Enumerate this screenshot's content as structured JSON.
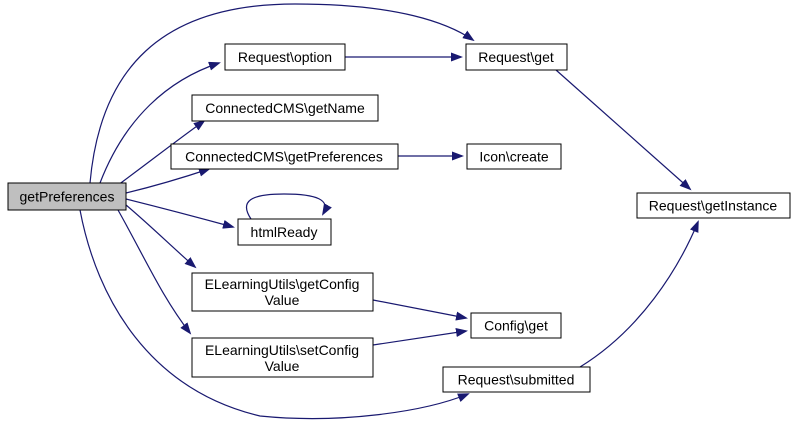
{
  "diagram": {
    "type": "call-graph",
    "colors": {
      "edge": "#191970",
      "node_fill": "#ffffff",
      "node_border": "#000000",
      "focus_fill": "#bfbfbf",
      "background": "#ffffff"
    },
    "nodes": {
      "get_preferences": {
        "label": "getPreferences"
      },
      "request_option": {
        "label": "Request\\option"
      },
      "request_get": {
        "label": "Request\\get"
      },
      "connectedcms_getname": {
        "label": "ConnectedCMS\\getName"
      },
      "connectedcms_getpreferences": {
        "label": "ConnectedCMS\\getPreferences"
      },
      "icon_create": {
        "label": "Icon\\create"
      },
      "html_ready": {
        "label": "htmlReady"
      },
      "elearning_getconfig": {
        "label": "ELearningUtils\\getConfigValue",
        "line1": "ELearningUtils\\getConfig",
        "line2": "Value"
      },
      "elearning_setconfig": {
        "label": "ELearningUtils\\setConfigValue",
        "line1": "ELearningUtils\\setConfig",
        "line2": "Value"
      },
      "config_get": {
        "label": "Config\\get"
      },
      "request_submitted": {
        "label": "Request\\submitted"
      },
      "request_getinstance": {
        "label": "Request\\getInstance"
      }
    },
    "edges": [
      {
        "from": "getPreferences",
        "to": "Request\\option"
      },
      {
        "from": "getPreferences",
        "to": "Request\\get"
      },
      {
        "from": "getPreferences",
        "to": "ConnectedCMS\\getName"
      },
      {
        "from": "getPreferences",
        "to": "ConnectedCMS\\getPreferences"
      },
      {
        "from": "getPreferences",
        "to": "htmlReady"
      },
      {
        "from": "getPreferences",
        "to": "ELearningUtils\\getConfigValue"
      },
      {
        "from": "getPreferences",
        "to": "ELearningUtils\\setConfigValue"
      },
      {
        "from": "getPreferences",
        "to": "Request\\submitted"
      },
      {
        "from": "Request\\option",
        "to": "Request\\get"
      },
      {
        "from": "Request\\get",
        "to": "Request\\getInstance"
      },
      {
        "from": "ConnectedCMS\\getPreferences",
        "to": "Icon\\create"
      },
      {
        "from": "htmlReady",
        "to": "htmlReady"
      },
      {
        "from": "ELearningUtils\\getConfigValue",
        "to": "Config\\get"
      },
      {
        "from": "ELearningUtils\\setConfigValue",
        "to": "Config\\get"
      },
      {
        "from": "Request\\submitted",
        "to": "Request\\getInstance"
      }
    ]
  }
}
